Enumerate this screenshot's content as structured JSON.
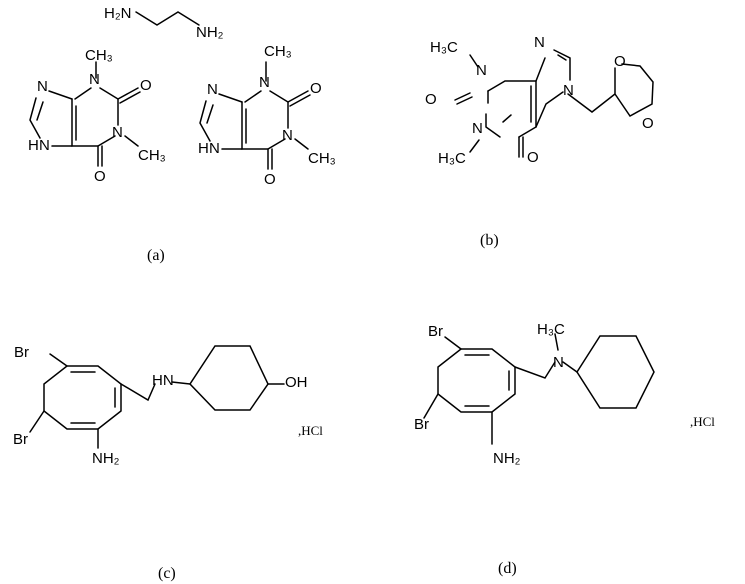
{
  "captions": {
    "a": "(a)",
    "b": "(b)",
    "c": "(c)",
    "d": "(d)"
  },
  "salts": {
    "c": ",HCl",
    "d": ",HCl"
  },
  "atoms": {
    "H2N": "H₂N",
    "NH2": "NH₂",
    "CH3": "CH₃",
    "H3C": "H₃C",
    "N": "N",
    "O": "O",
    "H": "H",
    "Br": "Br",
    "HN": "HN",
    "OH": "OH"
  }
}
